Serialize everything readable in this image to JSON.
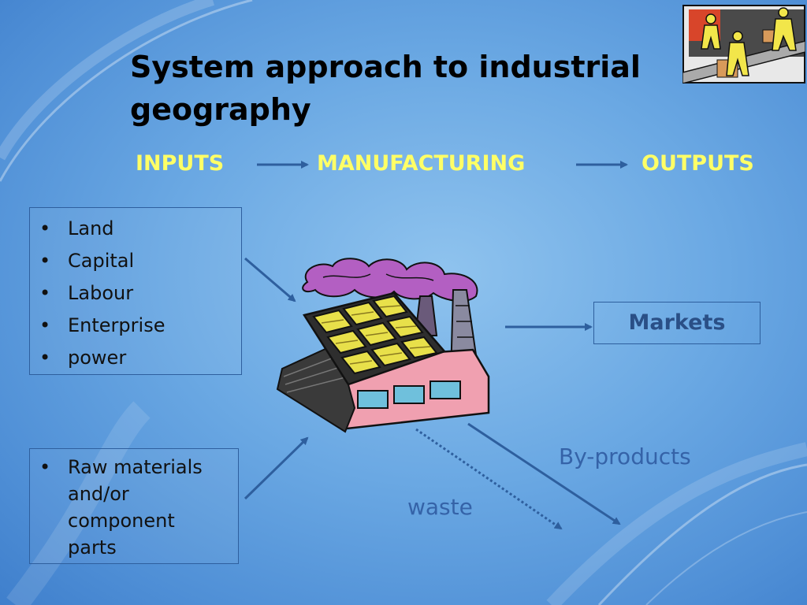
{
  "slide": {
    "title_line1": "System approach to industrial",
    "title_line2": "geography",
    "flow": {
      "inputs": "INPUTS",
      "manufacturing": "MANUFACTURING",
      "outputs": "OUTPUTS"
    },
    "inputs_list_1": [
      "Land",
      "Capital",
      "Labour",
      "Enterprise",
      "power"
    ],
    "inputs_list_2": [
      "Raw materials and/or component parts"
    ],
    "bullet_glyph": "•",
    "outputs": {
      "markets": "Markets",
      "by_products": "By-products",
      "waste": "waste"
    },
    "colors": {
      "flow_text": "#ffff66",
      "output_text": "#2a4f86",
      "note_text": "#3563a8",
      "arrow": "#2e5f9e"
    },
    "icons": [
      "workers-clipart-icon",
      "factory-clipart-icon"
    ]
  }
}
